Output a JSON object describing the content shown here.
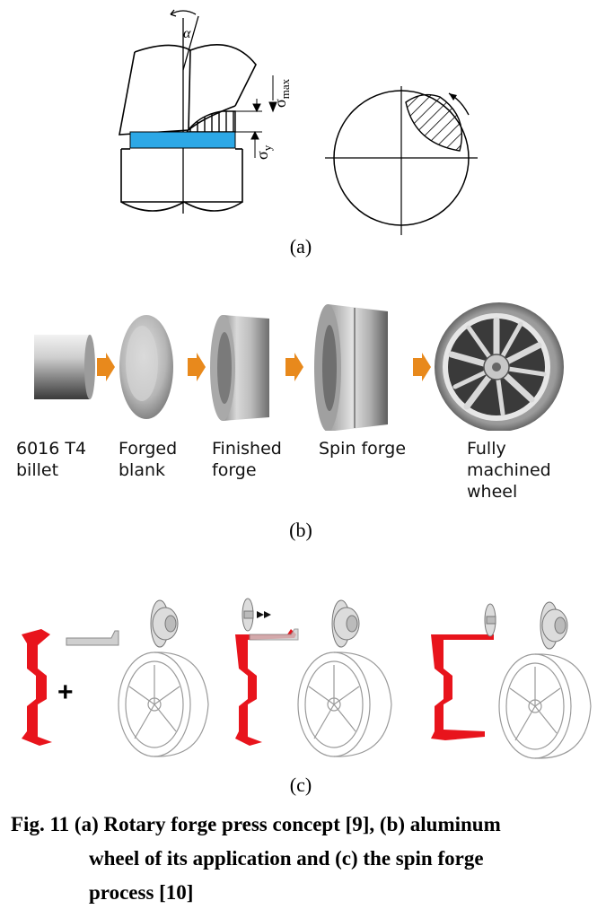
{
  "panel_a": {
    "label": "(a)",
    "angle_symbol": "α",
    "sigma_max": "σ",
    "sigma_max_sub": "max",
    "sigma_y": "σ",
    "sigma_y_sub": "y"
  },
  "panel_b": {
    "label": "(b)",
    "steps": [
      {
        "label": "6016 T4\nbillet"
      },
      {
        "label": "Forged\nblank"
      },
      {
        "label": "Finished\nforge"
      },
      {
        "label": "Spin forge"
      },
      {
        "label": "Fully\nmachined\nwheel"
      }
    ],
    "arrow_color": "#e8891c"
  },
  "panel_c": {
    "label": "(c)",
    "plus_sign": "+",
    "profile_color": "#e8141c"
  },
  "caption": {
    "line1": "Fig. 11 (a) Rotary forge press concept [9], (b) aluminum",
    "line2": "wheel of its application and (c) the spin forge",
    "line3": "process [10]"
  }
}
